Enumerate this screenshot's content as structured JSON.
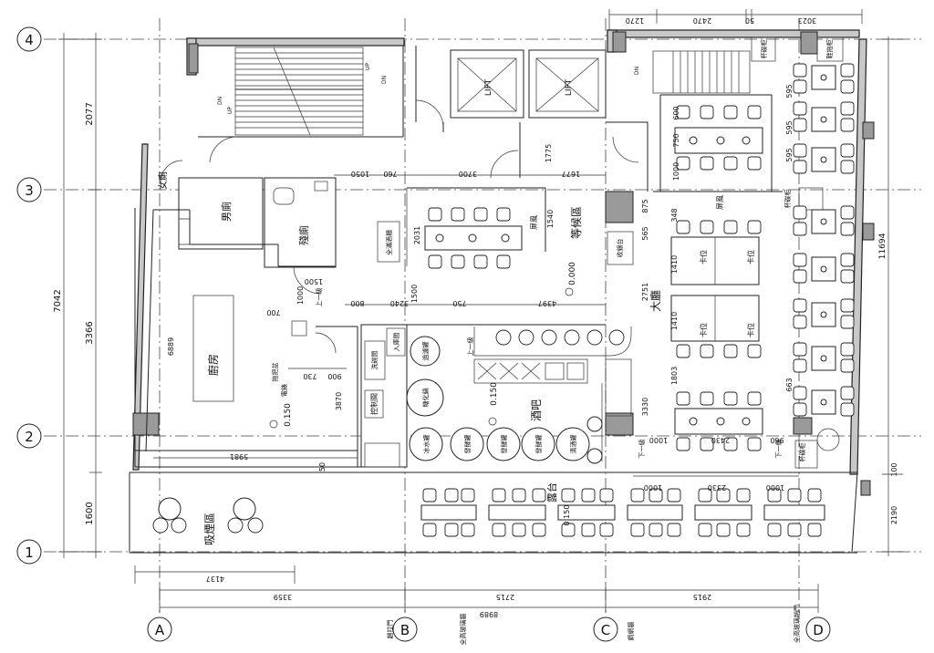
{
  "grid": {
    "rows": [
      "1",
      "2",
      "3",
      "4"
    ],
    "cols": [
      "A",
      "B",
      "C",
      "D"
    ]
  },
  "dims": {
    "left_total": "7042",
    "left_top": "2077",
    "left_mid": "3366",
    "left_bottom": "1600",
    "right_total": "11694",
    "right_bottom": "2190",
    "right_small": "100",
    "top_1270": "1270",
    "top_2470": "2470",
    "top_50": "50",
    "top_3023": "3023",
    "bottom_4137": "4137",
    "bottom_3359": "3359",
    "bottom_2715": "2715",
    "bottom_2915": "2915",
    "bottom_8989": "8989",
    "d1050": "1050",
    "d760": "760",
    "d3700": "3700",
    "d1677": "1677",
    "d1775": "1775",
    "d1540": "1540",
    "d2031": "2031",
    "d875": "875",
    "d565": "565",
    "d348": "348",
    "d1410a": "1410",
    "d1410b": "1410",
    "d1803": "1803",
    "d3330": "3330",
    "d2751": "2751",
    "d4397": "4397",
    "d750": "750",
    "d3240": "3240",
    "d800": "800",
    "d1500a": "1500",
    "d1500b": "1500",
    "d700": "700",
    "d730": "730",
    "d900": "900",
    "d3870": "3870",
    "d6889": "6889",
    "d5981": "5981",
    "d1000a": "1000",
    "d1000b": "1000",
    "d2330": "2330",
    "d1000c": "1000",
    "d1000d": "1000",
    "d2430": "2430",
    "d960": "960",
    "d595a": "595",
    "d595b": "595",
    "d595c": "595",
    "d663": "663",
    "d600": "600",
    "d750b": "750",
    "d1000e": "1000",
    "d50": "50"
  },
  "labels": {
    "female_wc": "女廁",
    "male_wc": "男廁",
    "accessible_wc": "殘廁",
    "kitchen": "廚房",
    "smoking": "吸煙區",
    "waiting": "等候區",
    "hall": "大廳",
    "bar": "酒吧",
    "terrace": "露台",
    "lift1": "LIFT",
    "lift2": "LIFT",
    "screen1": "屏風",
    "screen2": "屏風",
    "cup_cabinet1": "杯碟柜",
    "cup_cabinet2": "杯碟柜",
    "cup_cabinet3": "杯碟柜",
    "shoe_cabinet": "鞋拖柜",
    "reception": "收銀台",
    "bar_tap": "全滿酒櫃",
    "control_room": "控制間",
    "wash_room": "洗碗間",
    "fridge": "入庫間",
    "beer_tank": "過濾罐",
    "saccharify": "糖化鍋",
    "ice_water": "冰水罐",
    "ferment1": "發酵罐",
    "ferment2": "發酵罐",
    "ferment3": "發酵罐",
    "clear_tank": "清酒罐",
    "ka1": "卡位",
    "ka2": "卡位",
    "ka3": "卡位",
    "ka4": "卡位",
    "lv_0150a": "0.150",
    "lv_0150b": "0.150",
    "lv_0150c": "0.150",
    "lv_0000": "0.000",
    "step1": "上一級",
    "step2": "下一級",
    "step3": "下一級",
    "step4": "上一級",
    "mop": "拖把盆",
    "meter": "電錶",
    "door_b": "趟拉門",
    "glass_b": "全高玻璃牆",
    "glass_c": "鋼網牆",
    "glass_d": "全高玻璃趟門",
    "up1": "UP",
    "up2": "UP",
    "dn1": "DN",
    "dn2": "DN",
    "dn3": "DN"
  }
}
